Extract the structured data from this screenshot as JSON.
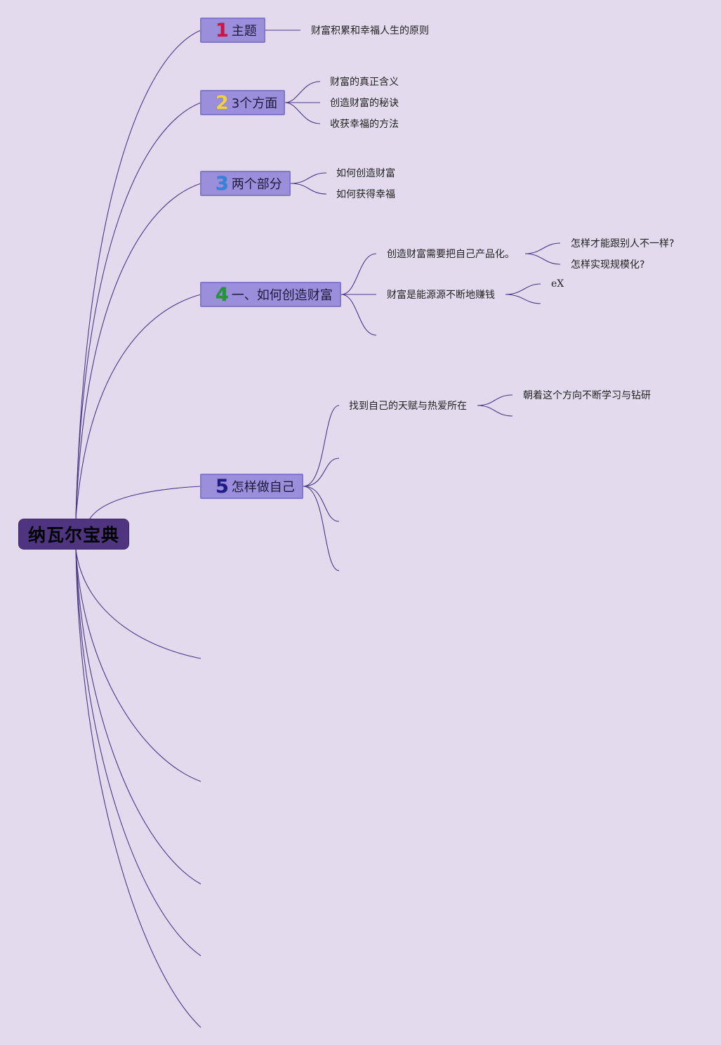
{
  "root": {
    "label": "纳瓦尔宝典"
  },
  "topics": [
    {
      "num": "1",
      "num_color": "#d3123e",
      "label": "主题"
    },
    {
      "num": "2",
      "num_color": "#f0d23c",
      "label": "3个方面"
    },
    {
      "num": "3",
      "num_color": "#2f86d8",
      "label": "两个部分"
    },
    {
      "num": "4",
      "num_color": "#1e9a2e",
      "label": "一、如何创造财富"
    },
    {
      "num": "5",
      "num_color": "#1e1a86",
      "label": "怎样做自己"
    }
  ],
  "subs": {
    "t1": [
      "财富积累和幸福人生的原则"
    ],
    "t2": [
      "财富的真正含义",
      "创造财富的秘诀",
      "收获幸福的方法"
    ],
    "t3": [
      "如何创造财富",
      "如何获得幸福"
    ],
    "t4": [
      "创造财富需要把自己产品化。",
      "财富是能源源不断地赚钱"
    ],
    "t4a": [
      "怎样才能跟别人不一样?",
      "怎样实现规模化?"
    ],
    "t4b": [
      "eX"
    ],
    "t5": [
      "找到自己的天赋与热爱所在"
    ],
    "t5a": [
      "朝着这个方向不断学习与钻研"
    ]
  },
  "colors": {
    "line": "#4a3a86",
    "topic_fill": "#9b8fdc",
    "root_fill": "#4f3480",
    "background": "#e3daee"
  }
}
